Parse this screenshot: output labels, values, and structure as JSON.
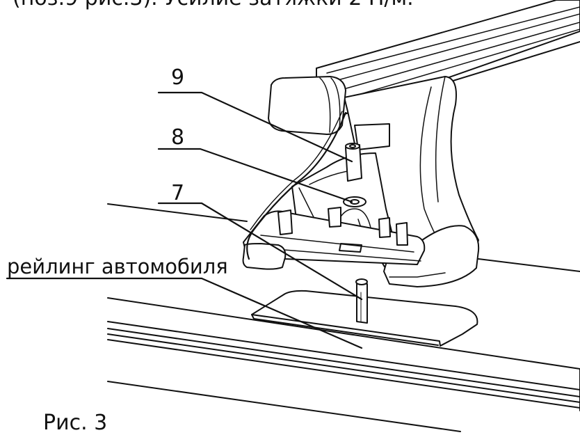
{
  "header": {
    "cut_text": "(поз.9 рис.3). Усилие затяжки 2 Н/м."
  },
  "callouts": {
    "nine": "9",
    "eight": "8",
    "seven": "7",
    "rail": "рейлинг автомобиля"
  },
  "caption": {
    "text": "Рис. 3"
  }
}
